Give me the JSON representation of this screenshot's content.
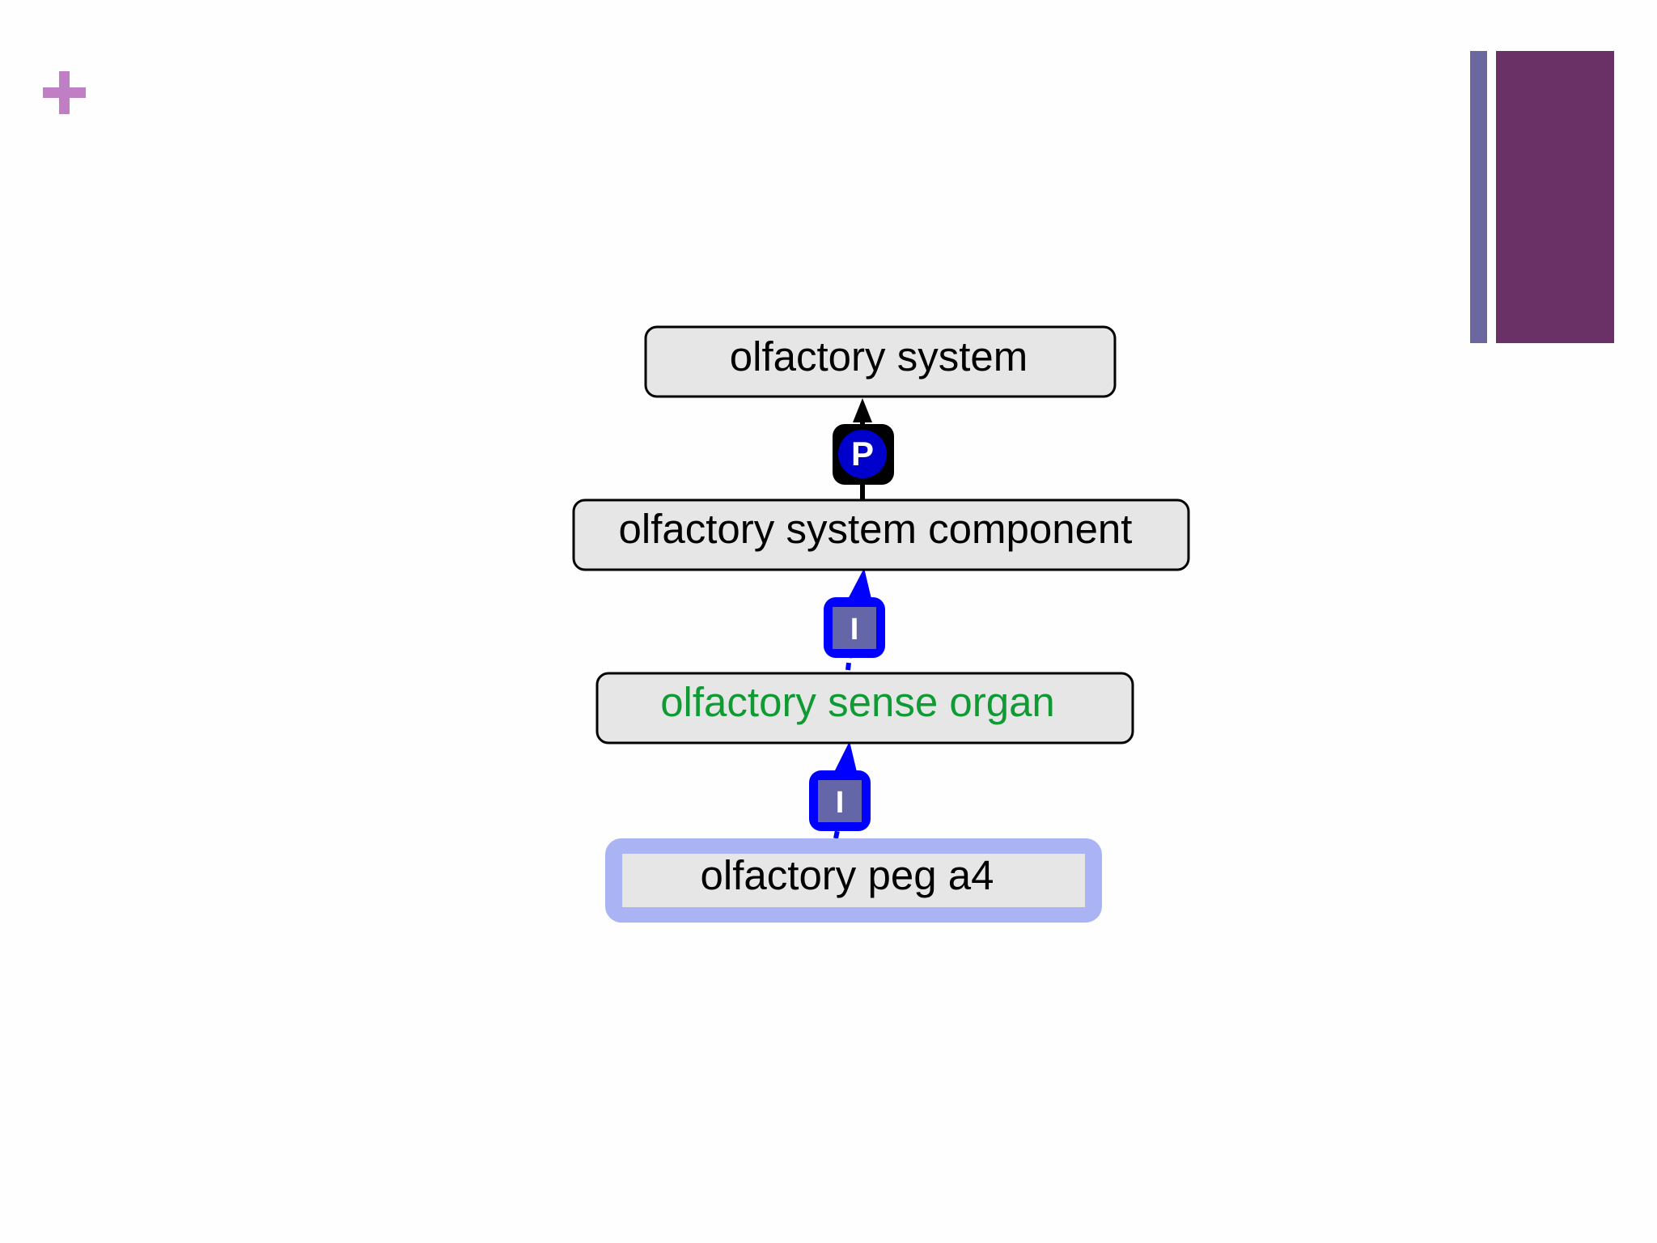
{
  "diagram": {
    "nodes": [
      {
        "id": "n1",
        "label": "olfactory system",
        "text_color": "#000000",
        "highlighted": false
      },
      {
        "id": "n2",
        "label": "olfactory system component",
        "text_color": "#000000",
        "highlighted": false
      },
      {
        "id": "n3",
        "label": "olfactory sense organ",
        "text_color": "#109a33",
        "highlighted": false
      },
      {
        "id": "n4",
        "label": "olfactory peg a4",
        "text_color": "#000000",
        "highlighted": true
      }
    ],
    "edges": [
      {
        "from": "n2",
        "to": "n1",
        "badge": "P",
        "relation": "part_of",
        "color": "#000000",
        "badge_fill": "#0000cc"
      },
      {
        "from": "n3",
        "to": "n2",
        "badge": "I",
        "relation": "is_a",
        "color": "#0000ff",
        "badge_fill": "#6466a8"
      },
      {
        "from": "n4",
        "to": "n3",
        "badge": "I",
        "relation": "is_a",
        "color": "#0000ff",
        "badge_fill": "#6466a8"
      }
    ]
  },
  "colors": {
    "accent_plus": "#c07ec4",
    "deco_thin": "#6b689f",
    "deco_thick": "#6a3166",
    "node_fill": "#e6e6e6",
    "highlight": "#aab4f5"
  }
}
